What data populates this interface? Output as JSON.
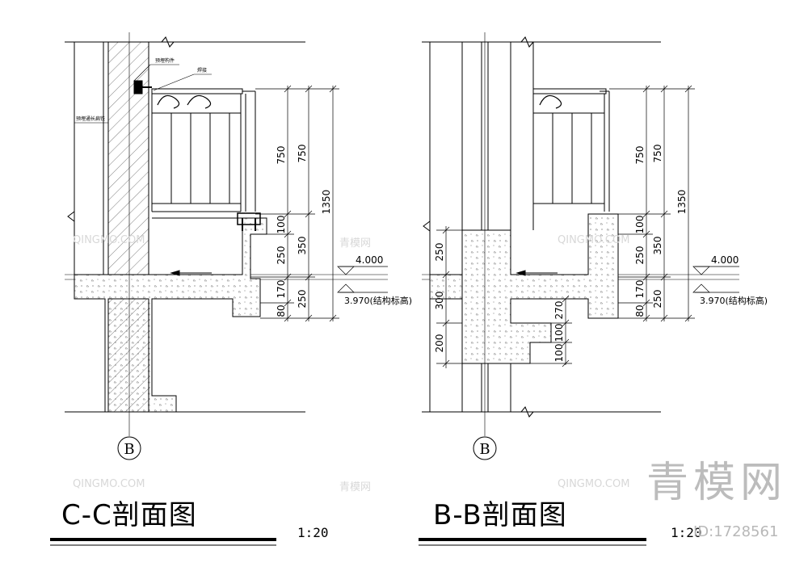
{
  "left": {
    "title": "C-C剖面图",
    "scale": "1:20",
    "axis": "B",
    "notes": [
      "预埋构件",
      "焊接",
      "预埋通长扁铁"
    ],
    "dims_inner": [
      "750",
      "100",
      "250",
      "170",
      "80"
    ],
    "dims_mid": [
      "750",
      "350",
      "250"
    ],
    "dims_outer": [
      "1350"
    ],
    "level_top": "4.000",
    "level_bottom": "3.970(结构标高)"
  },
  "right": {
    "title": "B-B剖面图",
    "scale": "1:20",
    "axis": "B",
    "dims_left": [
      "250",
      "300",
      "200"
    ],
    "dims_wall": [
      "270",
      "100",
      "100"
    ],
    "dims_inner": [
      "750",
      "100",
      "250",
      "170",
      "80"
    ],
    "dims_mid": [
      "750",
      "350",
      "250"
    ],
    "dims_outer": [
      "1350"
    ],
    "level_top": "4.000",
    "level_bottom": "3.970(结构标高)"
  },
  "watermark": {
    "brand": "青模网",
    "id": "ID:1728561",
    "marks": [
      "QINGMO.COM",
      "青模网"
    ]
  }
}
